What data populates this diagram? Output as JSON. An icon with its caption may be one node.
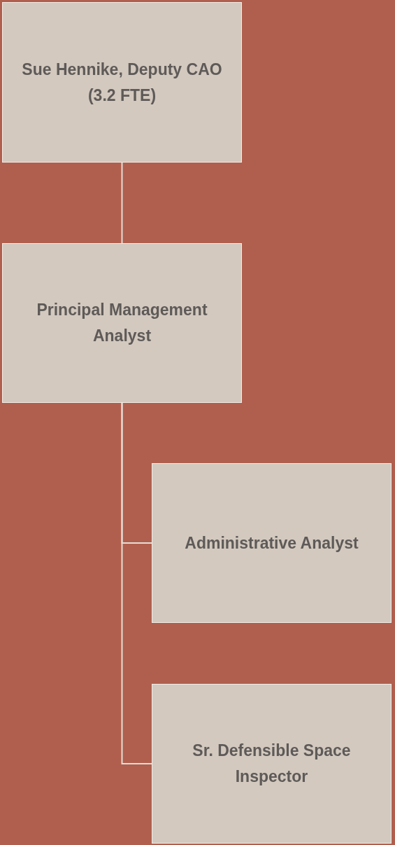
{
  "diagram": {
    "nodes": [
      {
        "text": [
          "Sue Hennike, Deputy CAO (3.2 FTE)"
        ]
      },
      {
        "text": [
          "Principal Management Analyst"
        ]
      },
      {
        "text": [
          "Administrative Analyst"
        ]
      },
      {
        "text": [
          "Sr. Defensible Space Inspector"
        ]
      }
    ],
    "edges": [
      {
        "from": 0,
        "to": 1,
        "arrow": "none"
      },
      {
        "from": 1,
        "to": 2,
        "arrow": "none"
      },
      {
        "from": 1,
        "to": 3,
        "arrow": "none"
      }
    ]
  }
}
